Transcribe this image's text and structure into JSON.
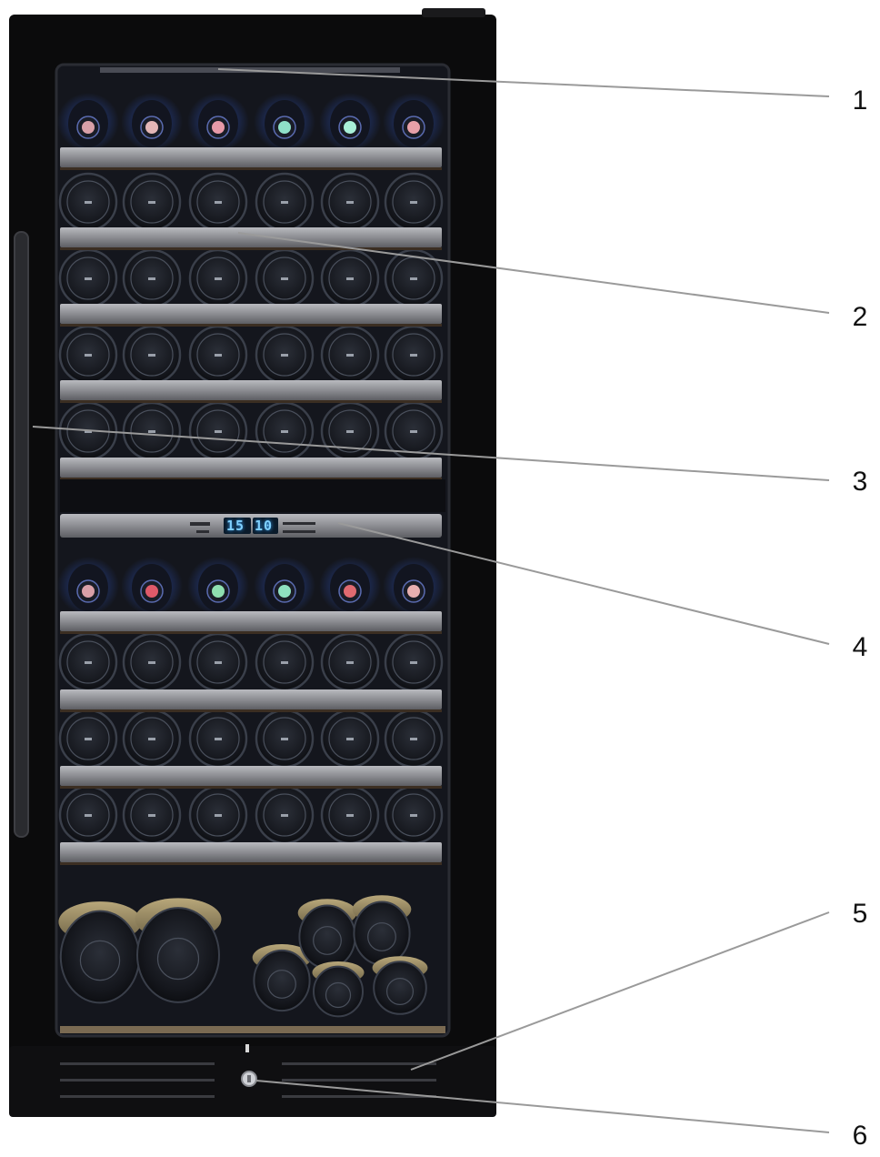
{
  "display": {
    "upper_zone_temp": "15",
    "lower_zone_temp": "10"
  },
  "callouts": [
    {
      "number": "1"
    },
    {
      "number": "2"
    },
    {
      "number": "3"
    },
    {
      "number": "4"
    },
    {
      "number": "5"
    },
    {
      "number": "6"
    }
  ],
  "colors": {
    "cabinet": "#0b0b0c",
    "interior": "#14161d",
    "shelf": "#8c8d92",
    "bottle_glass": "#1c1f26",
    "led_blue": "#3a6dff",
    "display_digits": "#7fd0ff",
    "callout_line": "#9a9a9a"
  },
  "icons": {
    "door_handle": "vertical-bar-handle",
    "lock": "key-lock-icon"
  }
}
